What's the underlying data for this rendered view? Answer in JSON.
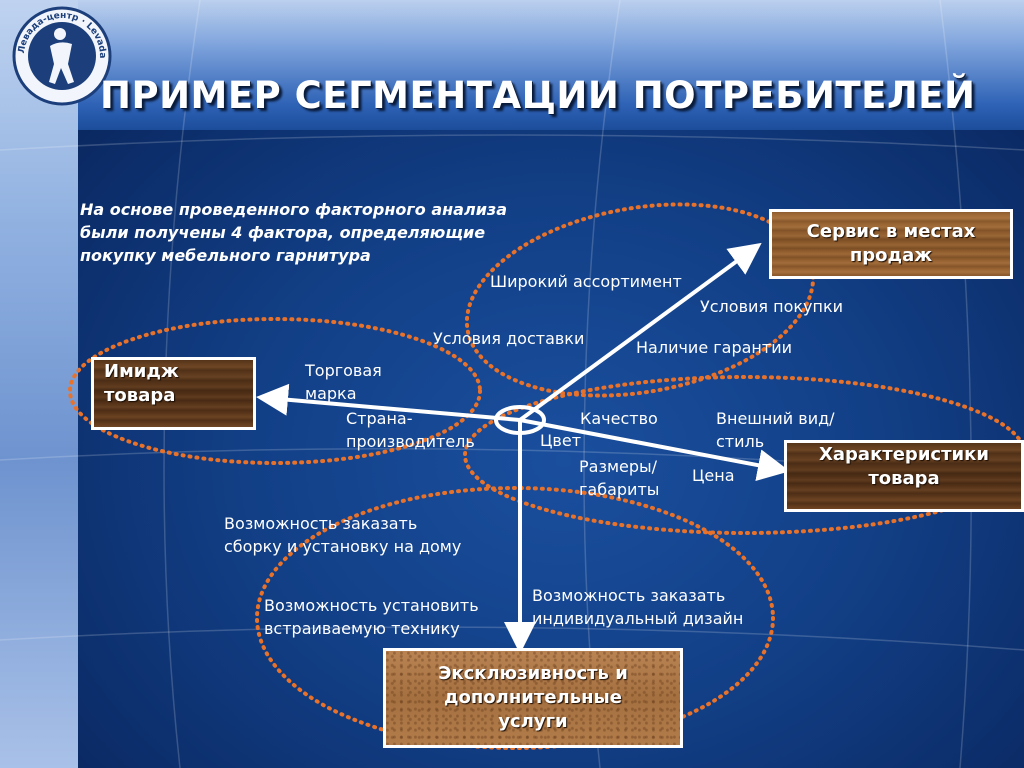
{
  "title": "ПРИМЕР СЕГМЕНТАЦИИ ПОТРЕБИТЕЛЕЙ",
  "logo": {
    "text": "Левада-центр · Levada-center",
    "icon": "human-figure-logo"
  },
  "intro": "На основе проведенного факторного анализа были получены 4 фактора, определяющие покупку мебельного гарнитура",
  "boxes": {
    "service": [
      "Сервис в местах",
      "продаж"
    ],
    "image": [
      "Имидж",
      "товара"
    ],
    "characteristics": [
      "Характеристики",
      "товара"
    ],
    "exclusive": [
      "Эксклюзивность и",
      "дополнительные",
      "услуги"
    ]
  },
  "labels": {
    "wide_assortment": "Широкий ассортимент",
    "purchase_terms": "Условия покупки",
    "delivery_terms": "Условия доставки",
    "warranty": "Наличие гарантии",
    "brand": [
      "Торговая",
      "марка"
    ],
    "country": [
      "Страна-",
      "производитель"
    ],
    "quality": "Качество",
    "appearance": [
      "Внешний вид/",
      "стиль"
    ],
    "color": "Цвет",
    "sizes": [
      "Размеры/",
      "габариты"
    ],
    "price": "Цена",
    "assembly": [
      "Возможность заказать",
      "сборку и установку на дому"
    ],
    "builtin": [
      "Возможность установить",
      "встраиваемую технику"
    ],
    "design": [
      "Возможность заказать",
      "индивидуальный дизайн"
    ]
  },
  "colors": {
    "dotted_ellipse": "#e8722a",
    "arrow": "#ffffff",
    "background": "#123f86"
  }
}
